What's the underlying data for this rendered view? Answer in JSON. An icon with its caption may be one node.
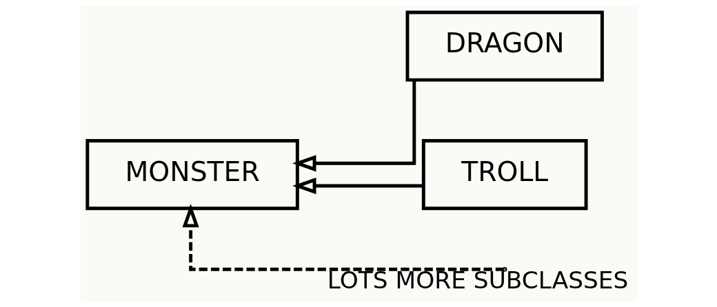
{
  "diagram": {
    "nodes": [
      {
        "text": [
          "MONSTER"
        ]
      },
      {
        "text": [
          "DRAGON"
        ]
      },
      {
        "text": [
          "TROLL"
        ]
      }
    ],
    "edges": [
      {
        "from": 1,
        "to": 0,
        "arrow": "to"
      },
      {
        "from": 2,
        "to": 0,
        "arrow": "to"
      },
      {
        "from": null,
        "to": 0,
        "arrow": "to",
        "style": "dashed",
        "label": "LOTS MORE SUBCLASSES"
      }
    ]
  }
}
